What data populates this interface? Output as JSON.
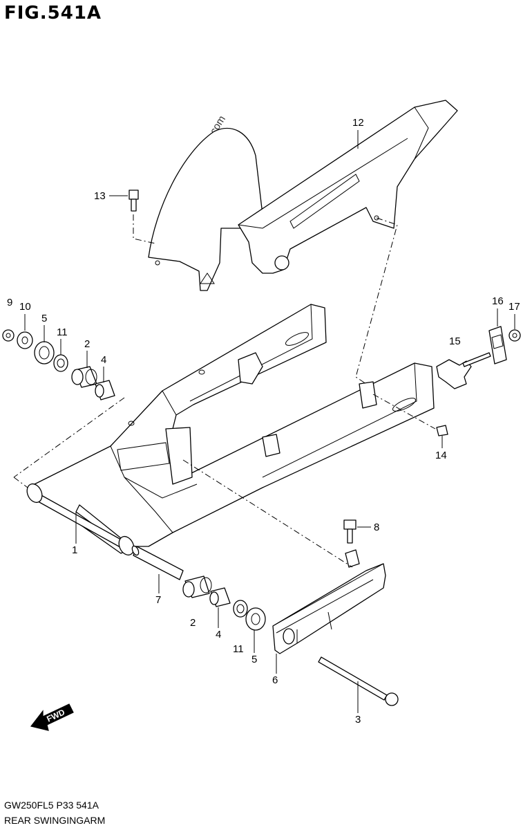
{
  "figure": {
    "title": "FIG.541A",
    "model_code": "GW250FL5  P33  541A",
    "section_name": "REAR SWINGINGARM",
    "watermark": "© Partzilla.com",
    "fwd_label": "FWD"
  },
  "callouts": [
    "1",
    "2",
    "2",
    "3",
    "4",
    "4",
    "5",
    "5",
    "6",
    "7",
    "8",
    "9",
    "10",
    "11",
    "11",
    "12",
    "13",
    "14",
    "15",
    "16",
    "17"
  ],
  "colors": {
    "line": "#000000",
    "background": "#ffffff"
  }
}
